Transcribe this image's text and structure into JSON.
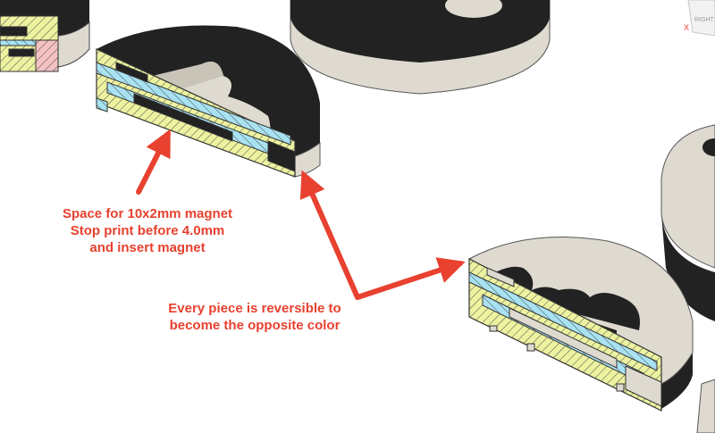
{
  "annotations": {
    "magnet": {
      "lines": [
        "Space for 10x2mm magnet",
        "Stop print before 4.0mm",
        "and insert magnet"
      ]
    },
    "reversible": {
      "lines": [
        "Every piece is reversible to",
        "become the opposite color"
      ]
    }
  },
  "viewcube": {
    "face_label": "RIGHT",
    "axis_label": "X"
  },
  "colors": {
    "black_material": "#222222",
    "white_material": "#dedad0",
    "section_yellow": "#ecf2a0",
    "section_cyan": "#a8e2f2",
    "section_pink": "#f4c2c2",
    "arrow_red": "#e8412f"
  }
}
